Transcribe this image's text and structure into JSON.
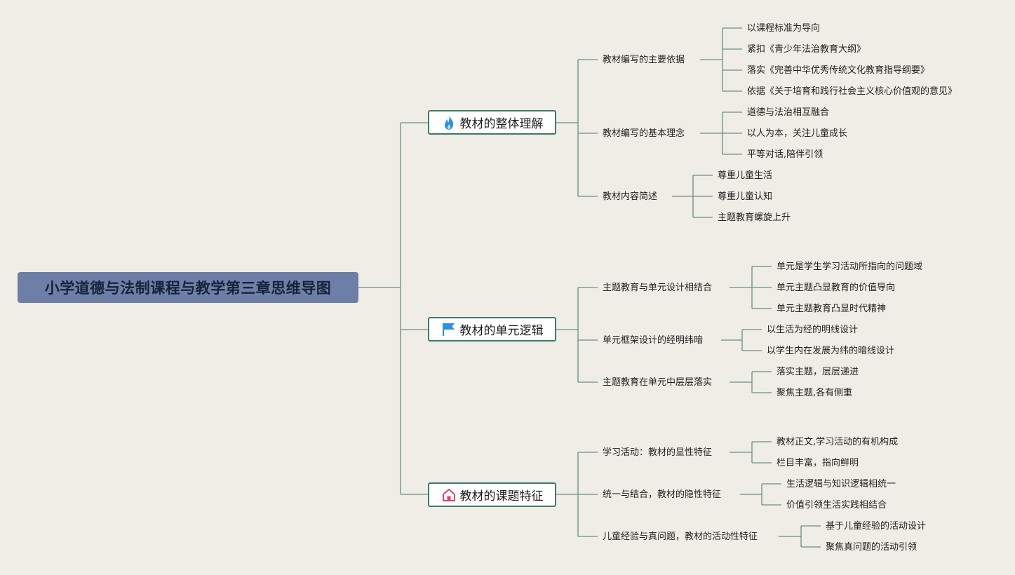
{
  "root": {
    "title": "小学道德与法制课程与教学第三章思维导图"
  },
  "branches": [
    {
      "label": "教材的整体理解",
      "icon": "fire-icon",
      "subs": [
        {
          "label": "教材编写的主要依据",
          "leaves": [
            "以课程标准为导向",
            "紧扣《青少年法治教育大纲》",
            "落实《完善中华优秀传统文化教育指导纲要》",
            "依据《关于培育和践行社会主义核心价值观的意见》"
          ]
        },
        {
          "label": "教材编写的基本理念",
          "leaves": [
            "道德与法治相互融合",
            "以人为本，关注儿童成长",
            "平等对话,陪伴引领"
          ]
        },
        {
          "label": "教材内容简述",
          "leaves": [
            "尊重儿童生活",
            "尊重儿童认知",
            "主题教育螺旋上升"
          ]
        }
      ]
    },
    {
      "label": "教材的单元逻辑",
      "icon": "flag-icon",
      "subs": [
        {
          "label": "主题教育与单元设计相结合",
          "leaves": [
            "单元是学生学习活动所指向的问题域",
            "单元主题凸显教育的价值导向",
            "单元主题教育凸显时代精神"
          ]
        },
        {
          "label": "单元框架设计的经明纬暗",
          "leaves": [
            "以生活为经的明线设计",
            "以学生内在发展为纬的暗线设计"
          ]
        },
        {
          "label": "主题教育在单元中层层落实",
          "leaves": [
            "落实主题，层层递进",
            "聚焦主题,各有侧重"
          ]
        }
      ]
    },
    {
      "label": "教材的课题特征",
      "icon": "home-icon",
      "subs": [
        {
          "label": "学习活动：教材的显性特征",
          "leaves": [
            "教材正文,学习活动的有机构成",
            "栏目丰富，指向鲜明"
          ]
        },
        {
          "label": "统一与结合，教材的隐性特征",
          "leaves": [
            "生活逻辑与知识逻辑相统一",
            "价值引领生活实践相结合"
          ]
        },
        {
          "label": "儿童经验与真问题，教材的活动性特征",
          "leaves": [
            "基于儿童经验的活动设计",
            "聚焦真问题的活动引领"
          ]
        }
      ]
    }
  ],
  "colors": {
    "background": "#f0ece6",
    "root": "#6d7fa6",
    "line": "#5f9484",
    "border": "#3e7a6c"
  }
}
